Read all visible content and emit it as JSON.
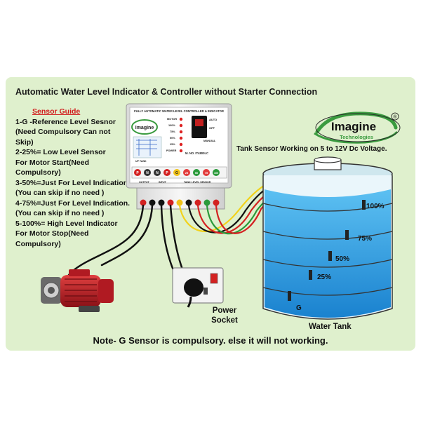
{
  "title": "Automatic Water Level Indicator & Controller without Starter Connection",
  "sensor_guide": {
    "heading": "Sensor Guide",
    "lines": [
      "1-G -Reference Level Sesnor",
      "(Need Compulsory Can not",
      "Skip)",
      "2-25%= Low Level Sensor",
      "For Motor Start(Need",
      "Compulsory)",
      "3-50%=Just For Level Indication.",
      "(You can skip if no need )",
      "4-75%=Just For Level Indication.",
      "(You can skip if no need )",
      "5-100%= High Level Indicator",
      "For Motor Stop(Need",
      "Compulsory)"
    ]
  },
  "controller": {
    "header": "FULLY AUTOMATIC WATER LEVEL CONTROLLER & INDICATOR",
    "brand": "Imagine",
    "indicators": [
      "MOTOR",
      "100%",
      "75%",
      "50%",
      "25%",
      "POWER"
    ],
    "switch_labels": [
      "AUTO",
      "OFF",
      "MANUAL"
    ],
    "model": "M. NO. IT4800LC",
    "ratings_label": "UP TANK",
    "terminals": [
      "P",
      "N",
      "N",
      "P",
      "G",
      "25",
      "50",
      "75",
      "100"
    ],
    "bottom_labels": [
      "OUTPUT",
      "INPUT",
      "TANK LEVEL SENSOR"
    ]
  },
  "logo": {
    "brand": "Imagine",
    "sub": "Technologies",
    "mark": "®"
  },
  "tank_note": "Tank Sensor Working on 5 to 12V Dc Voltage.",
  "tank": {
    "levels": [
      "100%",
      "75%",
      "50%",
      "25%",
      "G"
    ],
    "label": "Water Tank"
  },
  "socket": {
    "label_line1": "Power",
    "label_line2": "Socket"
  },
  "note": "Note- G Sensor is compulsory. else it will not working.",
  "colors": {
    "panel_bg": "#dff0cd",
    "water": "#2f9be0",
    "motor_red": "#c8202a",
    "wire_red": "#e21d1d",
    "wire_green": "#1f9a2f",
    "wire_yellow": "#f2d21a",
    "logo_green": "#3a9b3f"
  }
}
